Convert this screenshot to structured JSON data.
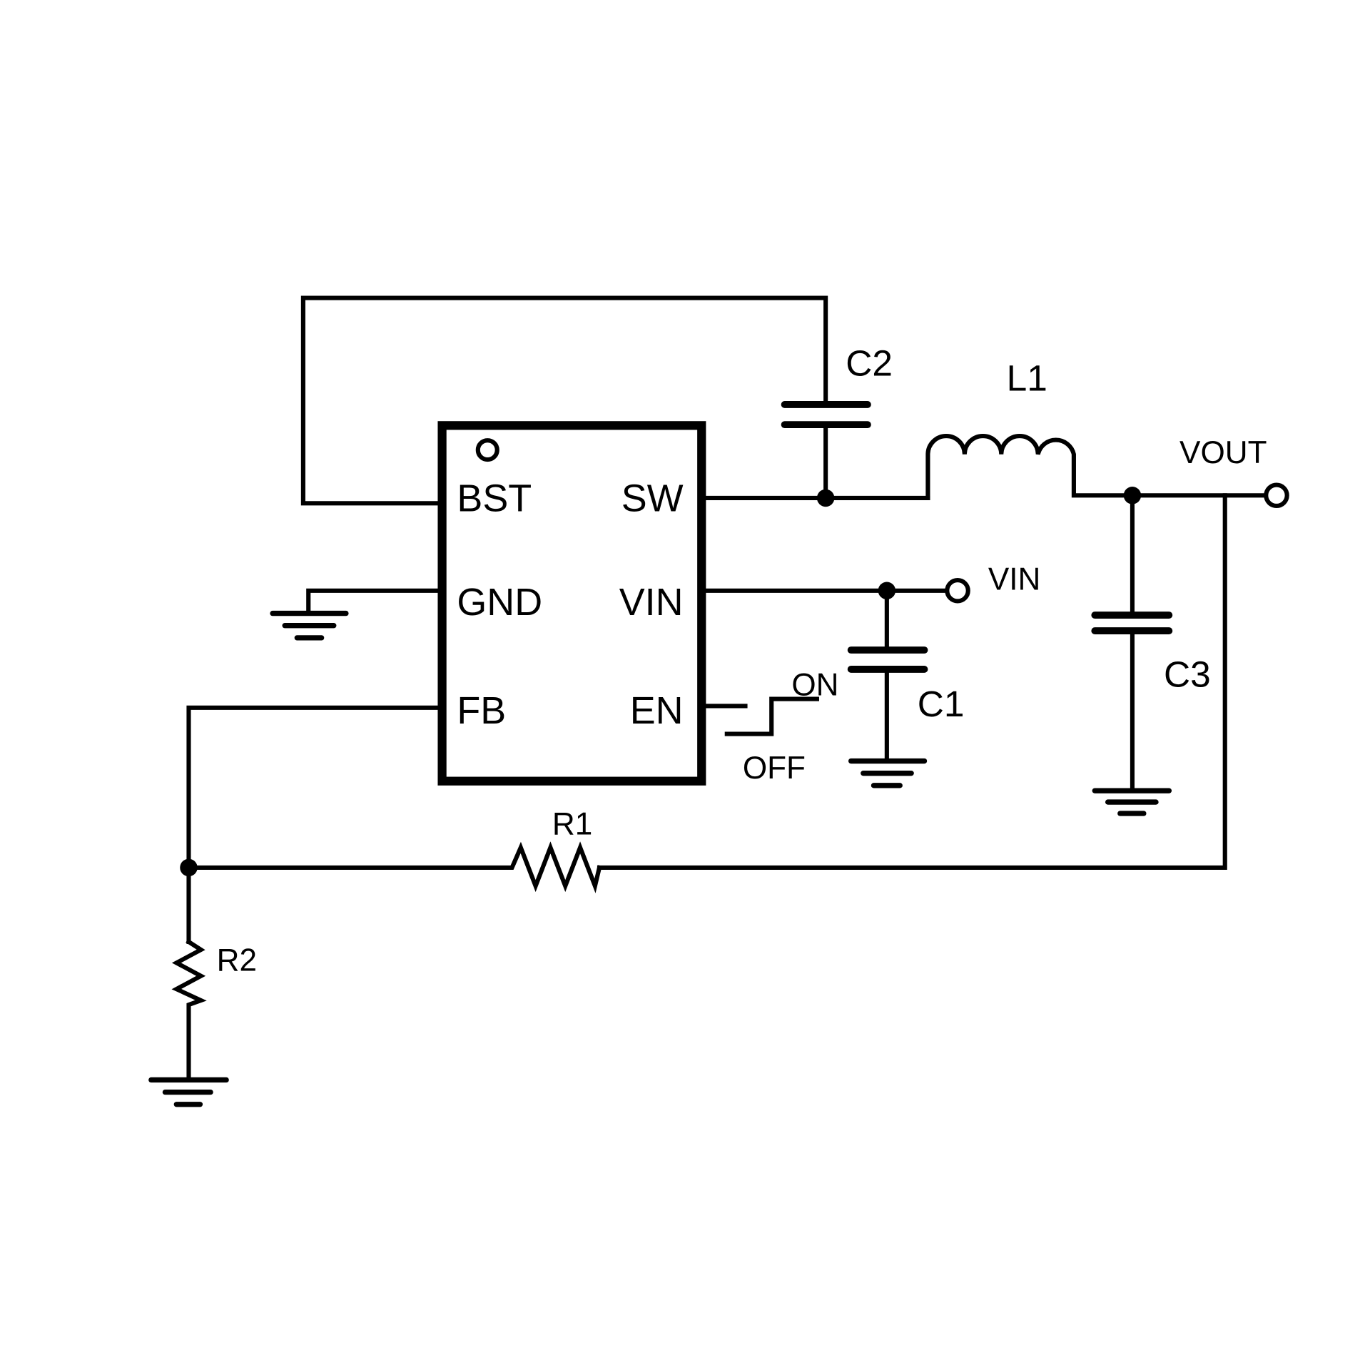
{
  "diagram": {
    "type": "buck-converter-schematic",
    "ic": {
      "name": "regulator-ic",
      "pins_left": [
        "BST",
        "GND",
        "FB"
      ],
      "pins_right": [
        "SW",
        "VIN",
        "EN"
      ]
    },
    "components": {
      "c1": "C1",
      "c2": "C2",
      "c3": "C3",
      "l1": "L1",
      "r1": "R1",
      "r2": "R2"
    },
    "terminals": {
      "vin": "VIN",
      "vout": "VOUT"
    },
    "switch": {
      "on": "ON",
      "off": "OFF"
    }
  }
}
